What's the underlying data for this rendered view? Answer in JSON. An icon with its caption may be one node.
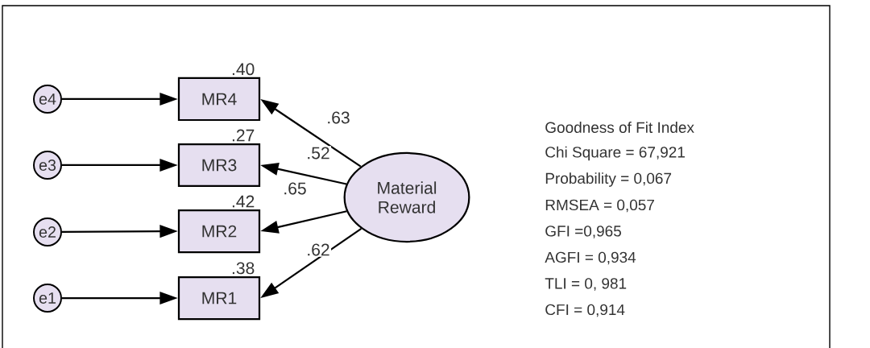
{
  "diagram": {
    "nodes": [
      {
        "text": [
          "e4"
        ]
      },
      {
        "text": [
          "e3"
        ]
      },
      {
        "text": [
          "e2"
        ]
      },
      {
        "text": [
          "e1"
        ]
      },
      {
        "text": [
          "MR4"
        ],
        "beside": [
          ".40"
        ]
      },
      {
        "text": [
          "MR3"
        ],
        "beside": [
          ".27"
        ]
      },
      {
        "text": [
          "MR2"
        ],
        "beside": [
          ".42"
        ]
      },
      {
        "text": [
          "MR1"
        ],
        "beside": [
          ".38"
        ]
      },
      {
        "text": [
          "Material Reward"
        ]
      }
    ],
    "edges": [
      {
        "from": 0,
        "to": 4,
        "arrow": "to"
      },
      {
        "from": 1,
        "to": 5,
        "arrow": "to"
      },
      {
        "from": 2,
        "to": 6,
        "arrow": "to"
      },
      {
        "from": 3,
        "to": 7,
        "arrow": "to"
      },
      {
        "from": 8,
        "to": 4,
        "arrow": "to",
        "label": ".63"
      },
      {
        "from": 8,
        "to": 5,
        "arrow": "to",
        "label": ".52"
      },
      {
        "from": 8,
        "to": 6,
        "arrow": "to",
        "label": ".65"
      },
      {
        "from": 8,
        "to": 7,
        "arrow": "to",
        "label": ".62"
      }
    ],
    "labels": [
      "Goodness of Fit Index",
      "Chi Square = 67,921",
      "Probability = 0,067",
      "RMSEA = 0,057",
      "GFI =0,965",
      "AGFI = 0,934",
      "TLI = 0, 981",
      "CFI = 0,914"
    ]
  }
}
